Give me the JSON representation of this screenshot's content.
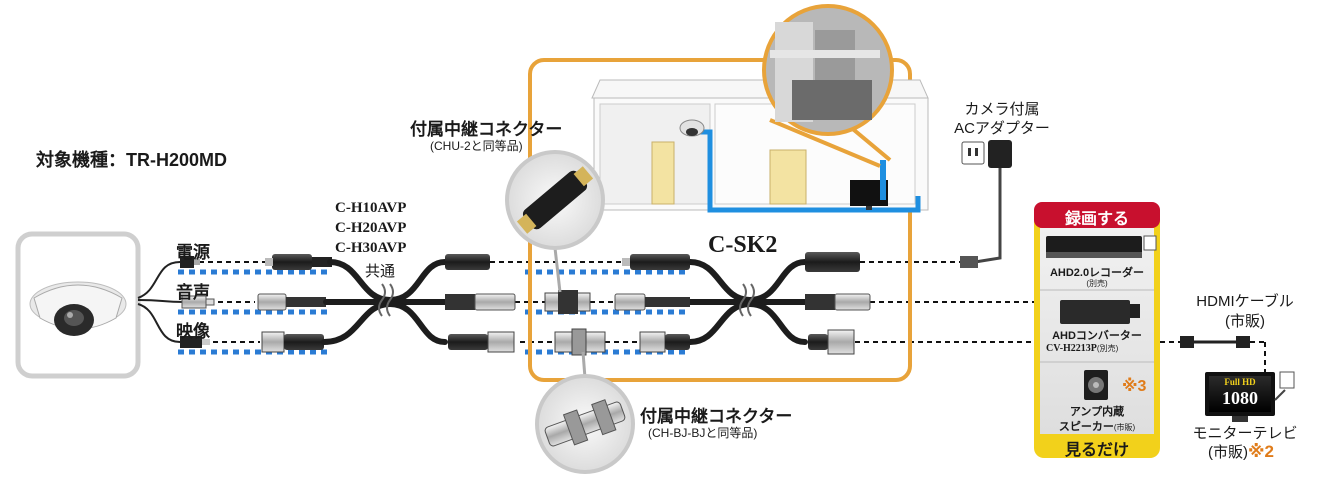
{
  "model_line": "対象機種：TR-H200MD",
  "camera_labels": {
    "power": "電源",
    "audio": "音声",
    "video": "映像"
  },
  "cable": {
    "models": [
      "C-H10AVP",
      "C-H20AVP",
      "C-H30AVP"
    ],
    "common": "共通",
    "kit_name": "C-SK2"
  },
  "connector_rca": {
    "title": "付属中継コネクター",
    "note": "(CHU-2と同等品)"
  },
  "connector_bnc": {
    "title": "付属中継コネクター",
    "note": "(CH-BJ-BJと同等品)"
  },
  "adapter": {
    "line1": "カメラ付属",
    "line2": "ACアダプター"
  },
  "record_panel": {
    "header": "録画する",
    "recorder": "AHD2.0レコーダー",
    "recorder_note": "(別売)",
    "converter": "AHDコンバーター",
    "converter_model": "CV-H2213P",
    "converter_note": "(別売)",
    "speaker_line1": "アンプ内蔵",
    "speaker_line2": "スピーカー",
    "speaker_note": "(市販)",
    "speaker_mark": "※3",
    "footer": "見るだけ"
  },
  "hdmi": {
    "line1": "HDMIケーブル",
    "line2": "(市販)"
  },
  "monitor": {
    "line1": "モニターテレビ",
    "line2": "(市販)",
    "mark": "※2",
    "screen_top": "Full HD",
    "screen_value": "1080"
  },
  "colors": {
    "accent_orange": "#e8a33a",
    "record_red": "#c8102e",
    "footer_yellow": "#f2d11b",
    "dotted_blue": "#2a7bd4",
    "house_blue": "#1f8fe0",
    "note_orange": "#e07c1a"
  }
}
